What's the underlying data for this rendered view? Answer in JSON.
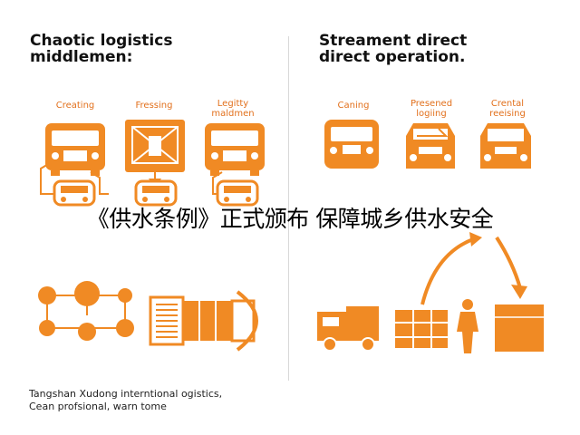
{
  "left_panel": {
    "heading_line1": "Chaotic logistics",
    "heading_line2": "middlemen:",
    "labels": [
      "Creating",
      "Fressing",
      "Legitty\nmaldmen"
    ]
  },
  "right_panel": {
    "heading_line1": "Streament direct",
    "heading_line2": "direct operation.",
    "labels": [
      "Caning",
      "Presened\nlogiing",
      "Crental\nreeising"
    ]
  },
  "banner": {
    "text": "《供水条例》正式颁布 保障城乡供水安全"
  },
  "caption": {
    "line1": "Tangshan Xudong interntional ogistics,",
    "line2": "Cean profsional, warn tome"
  },
  "colors": {
    "accent": "#f08a24",
    "accent_dark": "#d9661a",
    "text": "#111111"
  }
}
